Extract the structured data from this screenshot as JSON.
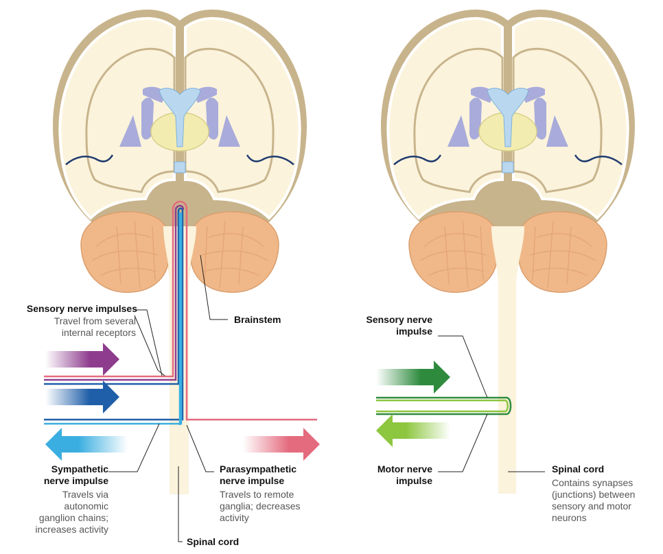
{
  "left_diagram": {
    "sensory": {
      "title": "Sensory nerve impulses",
      "desc_1": "Travel from several",
      "desc_2": "internal receptors"
    },
    "brainstem": "Brainstem",
    "sympathetic": {
      "title_1": "Sympathetic",
      "title_2": "nerve impulse",
      "desc_1": "Travels via",
      "desc_2": "autonomic",
      "desc_3": "ganglion chains;",
      "desc_4": "increases activity"
    },
    "parasympathetic": {
      "title_1": "Parasympathetic",
      "title_2": "nerve impulse",
      "desc_1": "Travels to remote",
      "desc_2": "ganglia; decreases",
      "desc_3": "activity"
    },
    "spinal_cord": "Spinal cord"
  },
  "right_diagram": {
    "sensory": {
      "title_1": "Sensory nerve",
      "title_2": "impulse"
    },
    "motor": {
      "title_1": "Motor nerve",
      "title_2": "impulse"
    },
    "spinal_cord": {
      "title": "Spinal cord",
      "desc_1": "Contains synapses",
      "desc_2": "(junctions) between",
      "desc_3": "sensory and motor",
      "desc_4": "neurons"
    }
  },
  "colors": {
    "cortex": "#fbf3dc",
    "gray_matter": "#c8b48c",
    "ventricle": "#b9d8f0",
    "nucleus": "#a9abdb",
    "thalamus": "#f3ecb0",
    "cerebellum": "#f0b888",
    "sensory_purple": "#8e3d8e",
    "sensory_blue": "#1f5ea8",
    "sympathetic": "#3aaee0",
    "parasympathetic": "#e46a7e",
    "sensory_green": "#2e8b3e",
    "motor_green": "#8dc63f"
  }
}
